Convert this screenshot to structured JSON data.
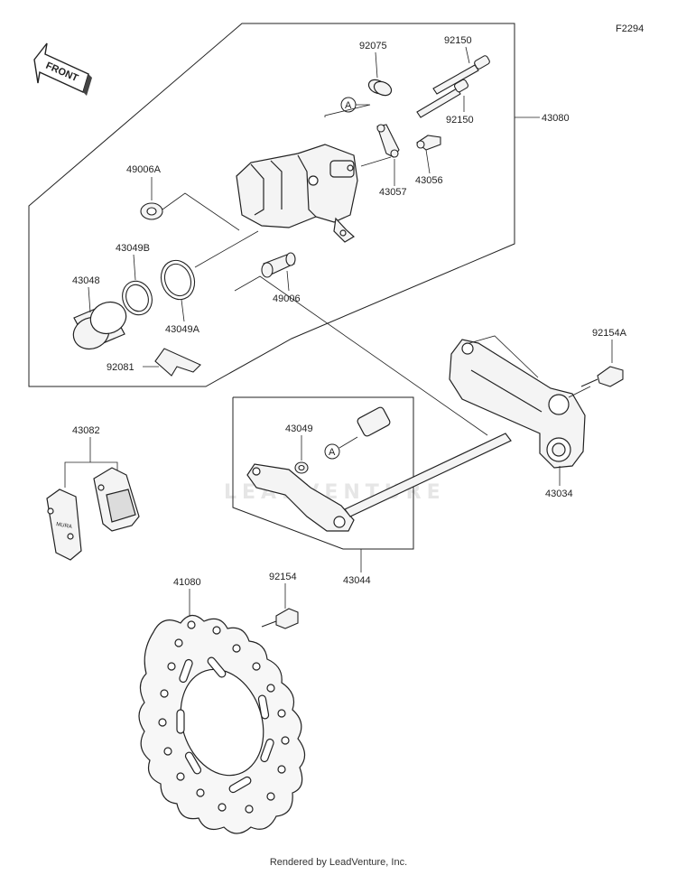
{
  "diagram": {
    "figure_code": "F2294",
    "front_label": "FRONT",
    "ref_marker": "A",
    "watermark": "LEADVENTURE",
    "footer": "Rendered by LeadVenture, Inc.",
    "part_numbers": {
      "p43080": "43080",
      "p92075": "92075",
      "p92150_a": "92150",
      "p92150_b": "92150",
      "p43056": "43056",
      "p43057": "43057",
      "p49006A": "49006A",
      "p43049B": "43049B",
      "p43048": "43048",
      "p43049A": "43049A",
      "p49006": "49006",
      "p92081": "92081",
      "p92154A": "92154A",
      "p43082": "43082",
      "p43049": "43049",
      "p43034": "43034",
      "p43044": "43044",
      "p41080": "41080",
      "p92154": "92154"
    }
  }
}
